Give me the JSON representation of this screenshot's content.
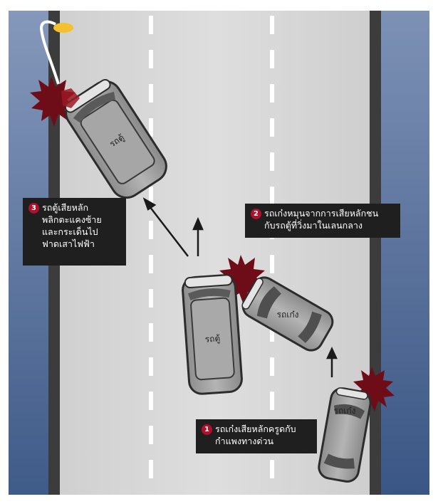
{
  "colors": {
    "water_top": "#7f93b6",
    "water_bottom": "#3e5a86",
    "road": "#d6d6d6",
    "curb": "#3c3c3c",
    "lane_mark": "#ffffff",
    "callout_bg": "#1f1f1f",
    "badge": "#b0102a",
    "impact": "#7a0f18",
    "car_body": "#9a9a9a",
    "car_outline": "#2c2c2c",
    "lamp_light": "#f2c12e"
  },
  "cars": [
    {
      "id": "van-top",
      "label": "รถตู้"
    },
    {
      "id": "van-middle",
      "label": "รถตู้"
    },
    {
      "id": "sedan-middle",
      "label": "รถเก๋ง"
    },
    {
      "id": "sedan-bottom",
      "label": "รถเก๋ง"
    }
  ],
  "callouts": {
    "step1": {
      "number": "1",
      "lines": [
        "รถเก๋งเสียหลักครูดกับ",
        "กำแพงทางด่วน"
      ]
    },
    "step2": {
      "number": "2",
      "lines": [
        "รถเก๋งหมุนจากการเสียหลักชน",
        "กับรถตู้ที่วิ่งมาในเลนกลาง"
      ]
    },
    "step3": {
      "number": "3",
      "lines": [
        "รถตู้เสียหลัก",
        "พลิกตะแคงซ้าย",
        "และกระเด็นไป",
        "ฟาดเสาไฟฟ้า"
      ]
    }
  },
  "icons": [
    "impact-burst-icon",
    "arrow-up-icon",
    "street-lamp-icon"
  ]
}
